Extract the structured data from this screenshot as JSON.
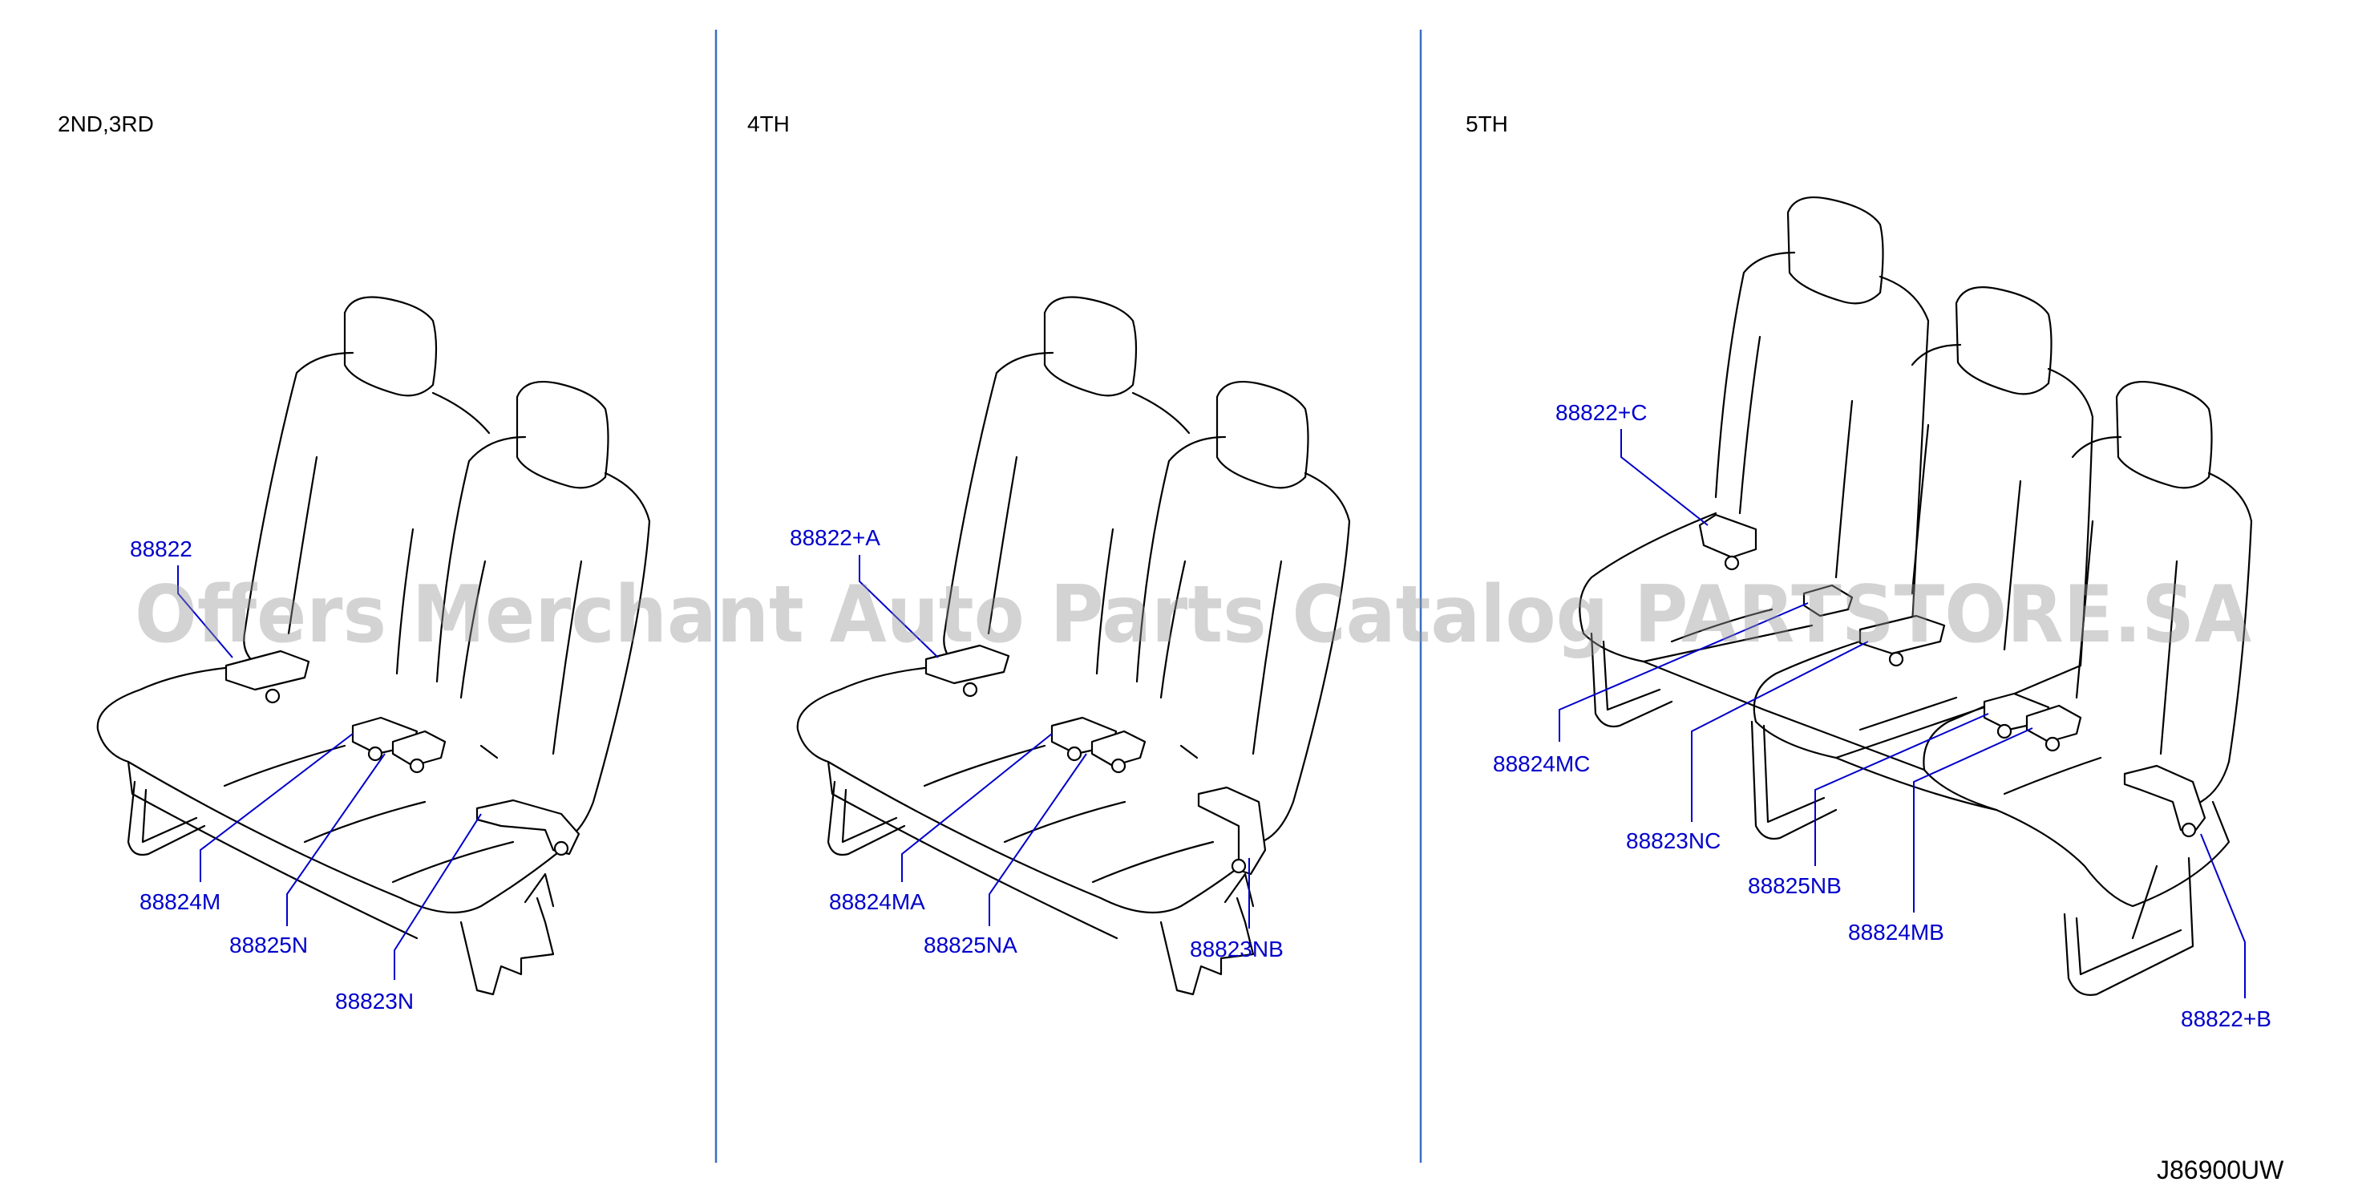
{
  "sections": {
    "s1": {
      "title": "2ND,3RD"
    },
    "s2": {
      "title": "4TH"
    },
    "s3": {
      "title": "5TH"
    }
  },
  "callouts": {
    "c1": "88822",
    "c2": "88824M",
    "c3": "88825N",
    "c4": "88823N",
    "c5": "88822+A",
    "c6": "88824MA",
    "c7": "88825NA",
    "c8": "88823NB",
    "c9": "88822+C",
    "c10": "88824MC",
    "c11": "88823NC",
    "c12": "88825NB",
    "c13": "88824MB",
    "c14": "88822+B"
  },
  "watermark": "Offers Merchant Auto Parts Catalog PARTSTORE.SA",
  "diagram_id": "J86900UW",
  "colors": {
    "callout_text": "#0000cc",
    "divider": "#3a6fc4",
    "line_art": "#000000",
    "watermark": "#969696"
  }
}
